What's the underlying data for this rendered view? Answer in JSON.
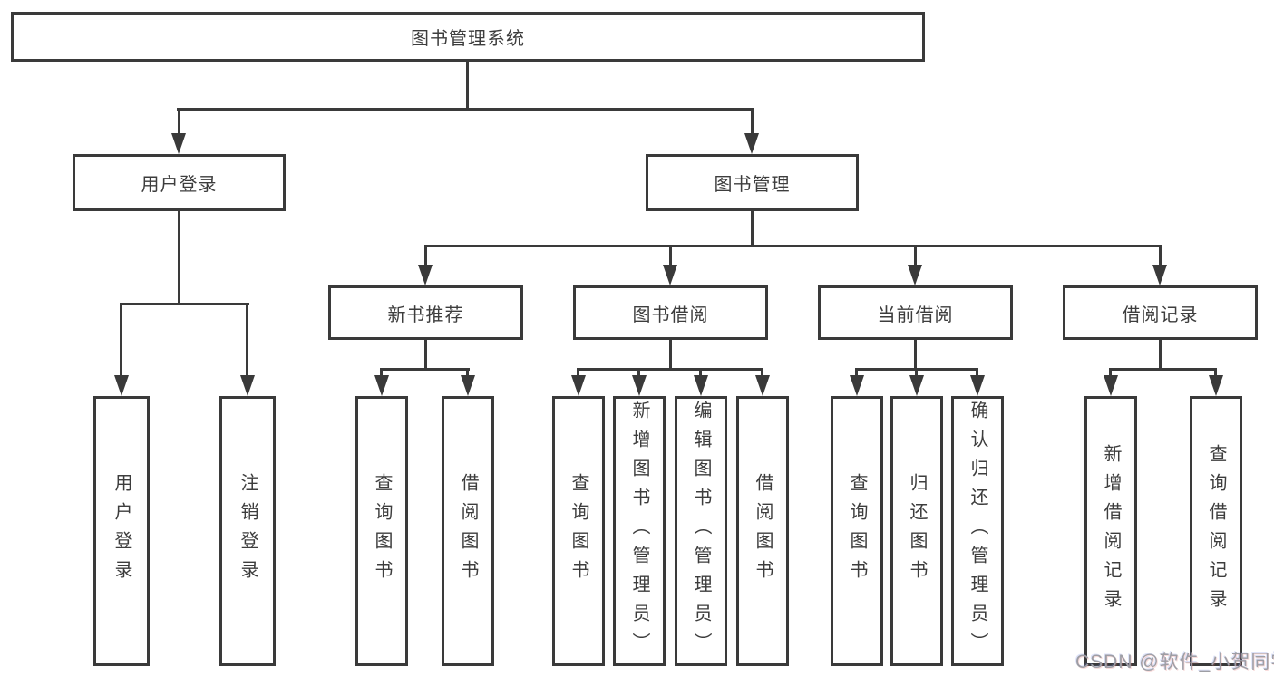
{
  "diagram": {
    "root": {
      "label": "图书管理系统"
    },
    "branches": [
      {
        "label": "用户登录",
        "children": [
          {
            "label": "用户登录"
          },
          {
            "label": "注销登录"
          }
        ]
      },
      {
        "label": "图书管理",
        "children": [
          {
            "label": "新书推荐",
            "children": [
              {
                "label": "查询图书"
              },
              {
                "label": "借阅图书"
              }
            ]
          },
          {
            "label": "图书借阅",
            "children": [
              {
                "label": "查询图书"
              },
              {
                "label": "新增图书（管理员）"
              },
              {
                "label": "编辑图书（管理员）"
              },
              {
                "label": "借阅图书"
              }
            ]
          },
          {
            "label": "当前借阅",
            "children": [
              {
                "label": "查询图书"
              },
              {
                "label": "归还图书"
              },
              {
                "label": "确认归还（管理员）"
              }
            ]
          },
          {
            "label": "借阅记录",
            "children": [
              {
                "label": "新增借阅记录"
              },
              {
                "label": "查询借阅记录"
              }
            ]
          }
        ]
      }
    ]
  },
  "watermark": {
    "text": "CSDN @软件_小贺同学"
  },
  "colors": {
    "line": "#3a3a3a",
    "box_border": "#3a3a3a",
    "box_fill": "#ffffff",
    "text": "#3d3d3d",
    "watermark": "#9e9ea4",
    "background": "#ffffff"
  }
}
